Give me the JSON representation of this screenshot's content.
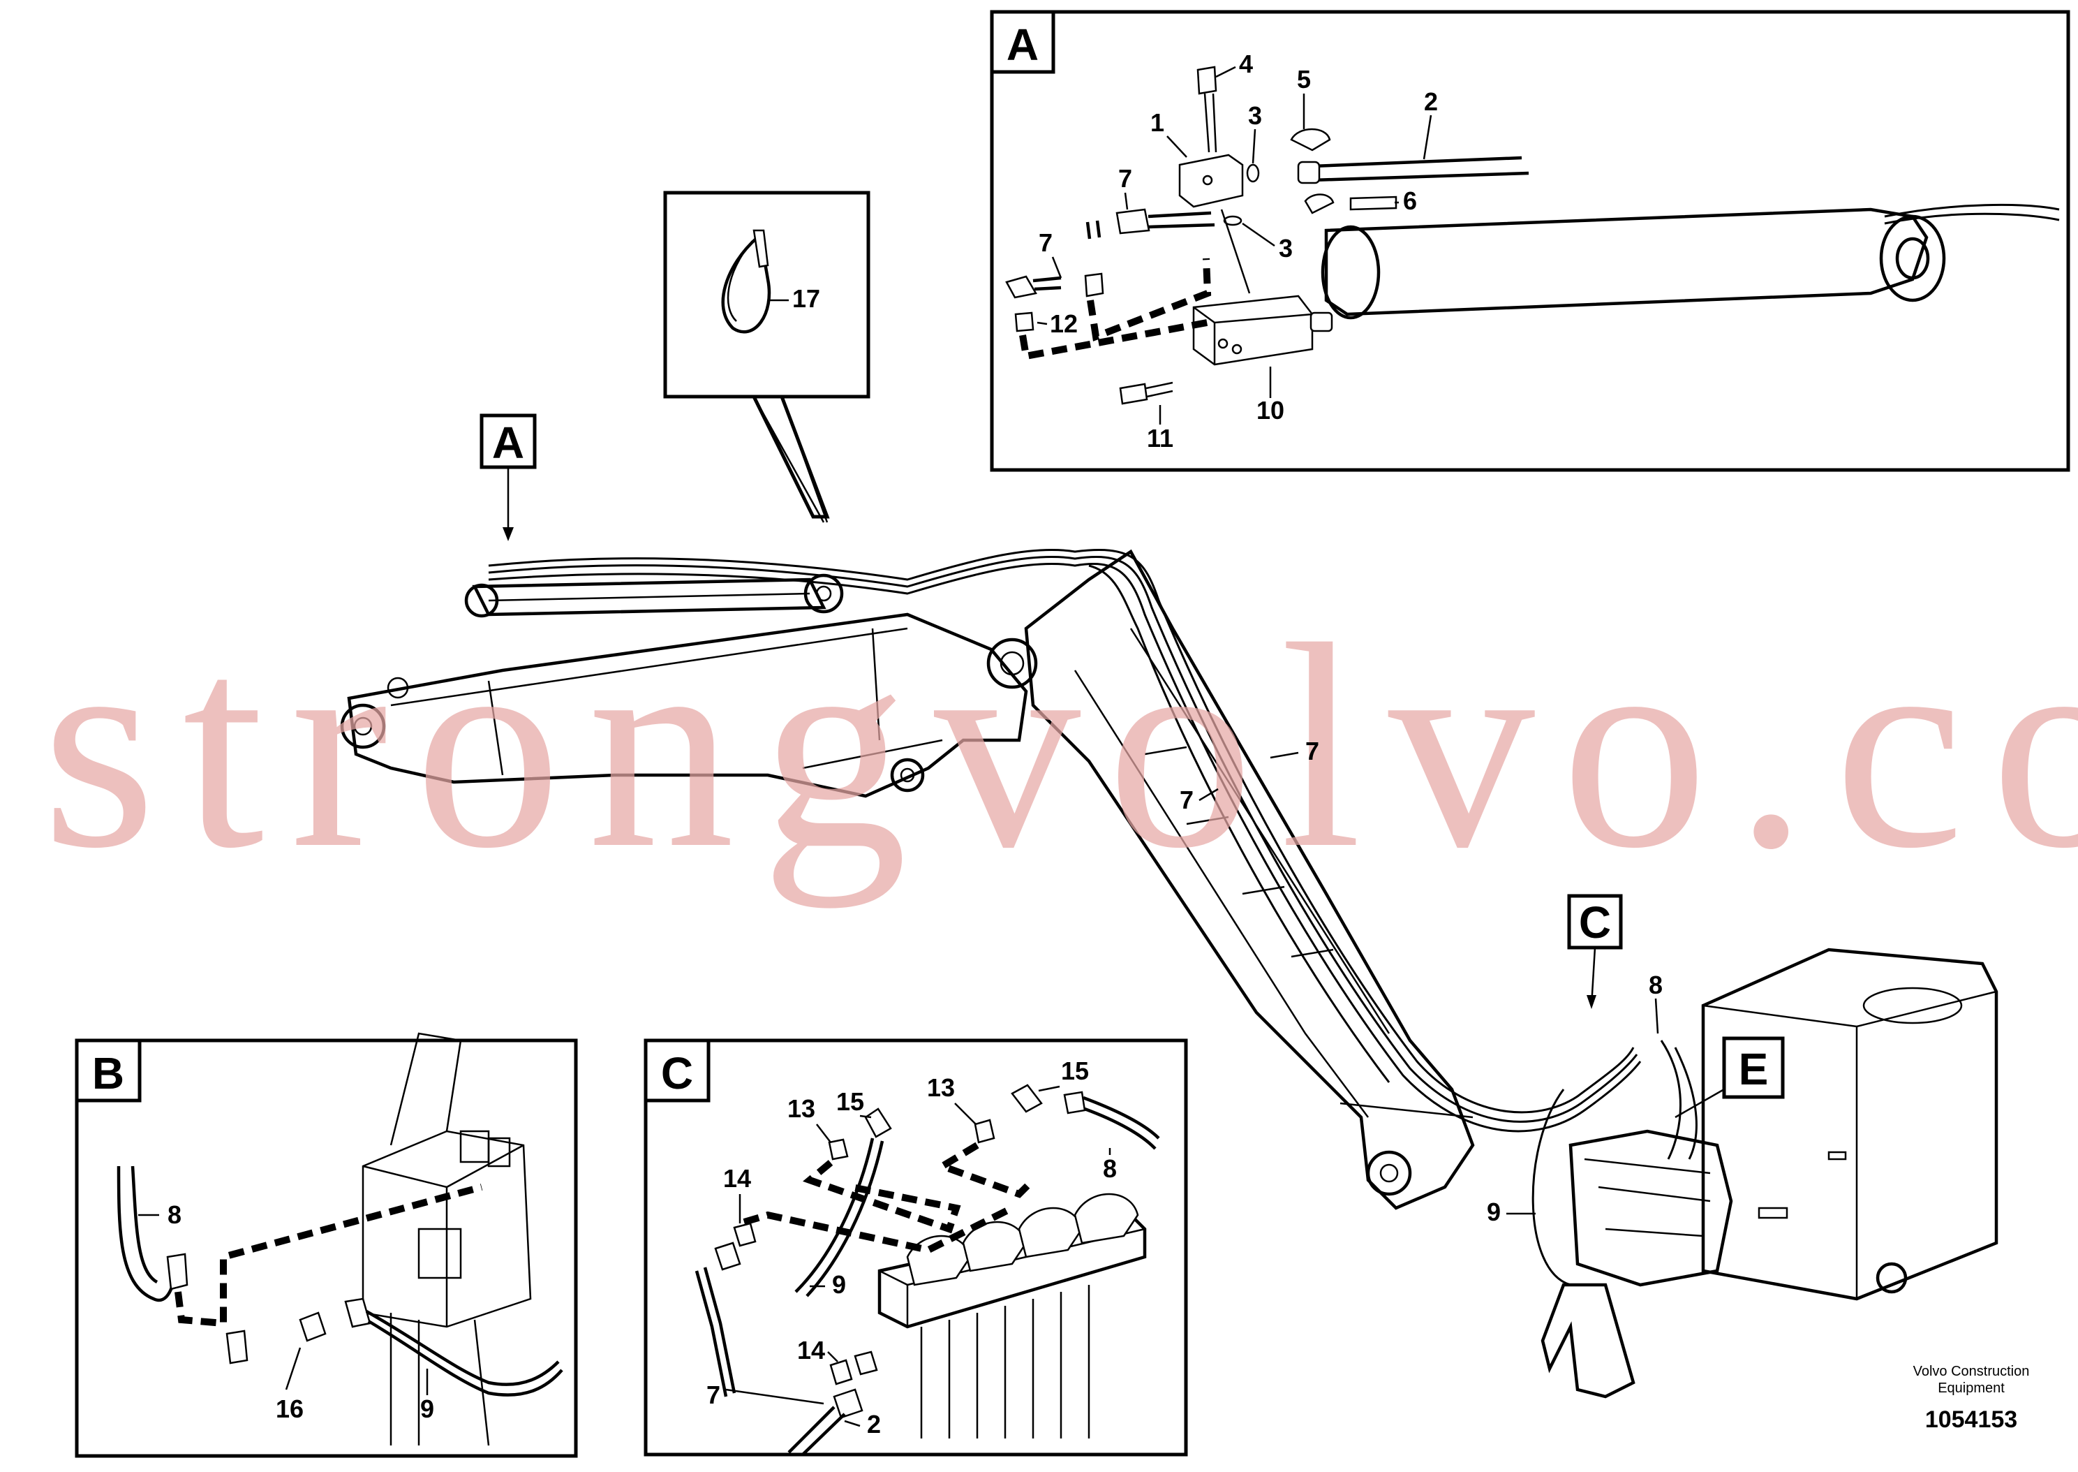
{
  "watermark": "strongvolvo.com",
  "credit": {
    "line1": "Volvo Construction",
    "line2": "Equipment"
  },
  "document_number": "1054153",
  "callouts": {
    "main_A": "A",
    "main_C": "C",
    "main_E": "E"
  },
  "detail_A": {
    "label": "A",
    "items": [
      "1",
      "2",
      "3",
      "3",
      "4",
      "5",
      "6",
      "7",
      "7",
      "10",
      "11",
      "12"
    ]
  },
  "detail_17": {
    "items": [
      "17"
    ]
  },
  "detail_B": {
    "label": "B",
    "items": [
      "8",
      "16",
      "9"
    ]
  },
  "detail_C": {
    "label": "C",
    "items": [
      "15",
      "13",
      "15",
      "13",
      "14",
      "8",
      "9",
      "14",
      "7",
      "2"
    ]
  },
  "main_items": [
    "7",
    "7",
    "8",
    "9"
  ]
}
